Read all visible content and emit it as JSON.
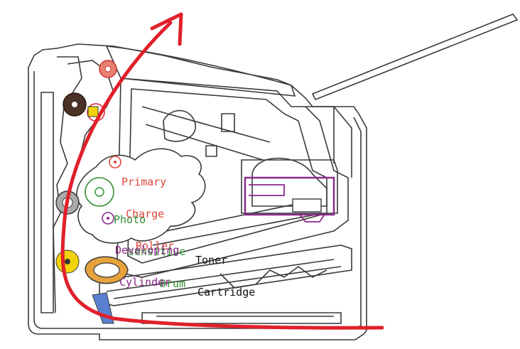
{
  "labels": {
    "primary_charge_roller": [
      "Primary",
      "Charge",
      "Roller"
    ],
    "photosensitive_drum": [
      "Photo",
      "sensitive",
      "Drum"
    ],
    "developing_cylinder": [
      "Developing",
      "Cylinder"
    ],
    "toner_cartridge": [
      "Toner",
      "Cartridge"
    ]
  },
  "colors": {
    "outline": "#3a3a3a",
    "paper_path": "#e0202a",
    "primary_charge_roller": "#e0453c",
    "photosensitive_drum": "#2e8b2e",
    "developing_cylinder": "#8a2a8a",
    "toner_cartridge": "#111111",
    "fuser_roller": "#e8806f",
    "pressure_roller": "#4a3226",
    "yellow_part": "#f2d20a",
    "orange_part": "#e6a23c",
    "blue_part": "#5a7fd1"
  },
  "icons": [
    "paper-path-arrow",
    "primary-charge-roller-icon",
    "photosensitive-drum-icon",
    "developing-cylinder-icon",
    "fuser-roller-icon",
    "pressure-roller-icon"
  ]
}
